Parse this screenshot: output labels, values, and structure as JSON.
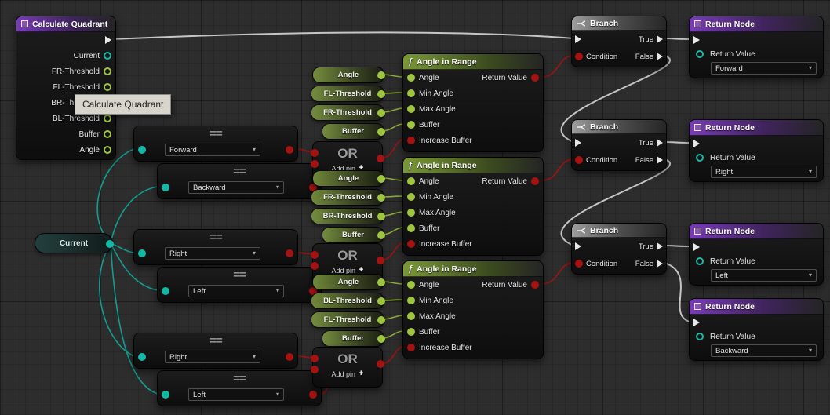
{
  "icons": {
    "chevron_down": "▾",
    "plus": "+",
    "function": "ƒ"
  },
  "entry_node": {
    "title": "Calculate Quadrant",
    "pins": [
      "Current",
      "FR-Threshold",
      "FL-Threshold",
      "BR-Threshold",
      "BL-Threshold",
      "Buffer",
      "Angle"
    ]
  },
  "tooltip": {
    "text": "Calculate Quadrant"
  },
  "current_getter": {
    "label": "Current"
  },
  "equal_glyph": "==",
  "equal_nodes": [
    {
      "value": "Forward"
    },
    {
      "value": "Backward"
    },
    {
      "value": "Right"
    },
    {
      "value": "Left"
    },
    {
      "value": "Right"
    },
    {
      "value": "Left"
    }
  ],
  "getter_groups": [
    [
      "Angle",
      "FL-Threshold",
      "FR-Threshold",
      "Buffer"
    ],
    [
      "Angle",
      "FR-Threshold",
      "BR-Threshold",
      "Buffer"
    ],
    [
      "Angle",
      "BL-Threshold",
      "FL-Threshold",
      "Buffer"
    ]
  ],
  "or_node": {
    "title": "OR",
    "add_pin_label": "Add pin"
  },
  "angle_in_range": {
    "title": "Angle in Range",
    "inputs": [
      "Angle",
      "Min Angle",
      "Max Angle",
      "Buffer",
      "Increase Buffer"
    ],
    "output": "Return Value"
  },
  "branch_node": {
    "title": "Branch",
    "condition_label": "Condition",
    "true_label": "True",
    "false_label": "False"
  },
  "return_node": {
    "title": "Return Node",
    "value_label": "Return Value"
  },
  "return_values": [
    "Forward",
    "Right",
    "Left",
    "Backward"
  ],
  "colors": {
    "exec": "#d4d4d4",
    "bool": "#a51212",
    "float": "#9dc63e",
    "enum": "#14b8a6",
    "header_purple": "#7e3ebe",
    "header_green": "#80a03a",
    "header_gray": "#a5a5a5"
  }
}
